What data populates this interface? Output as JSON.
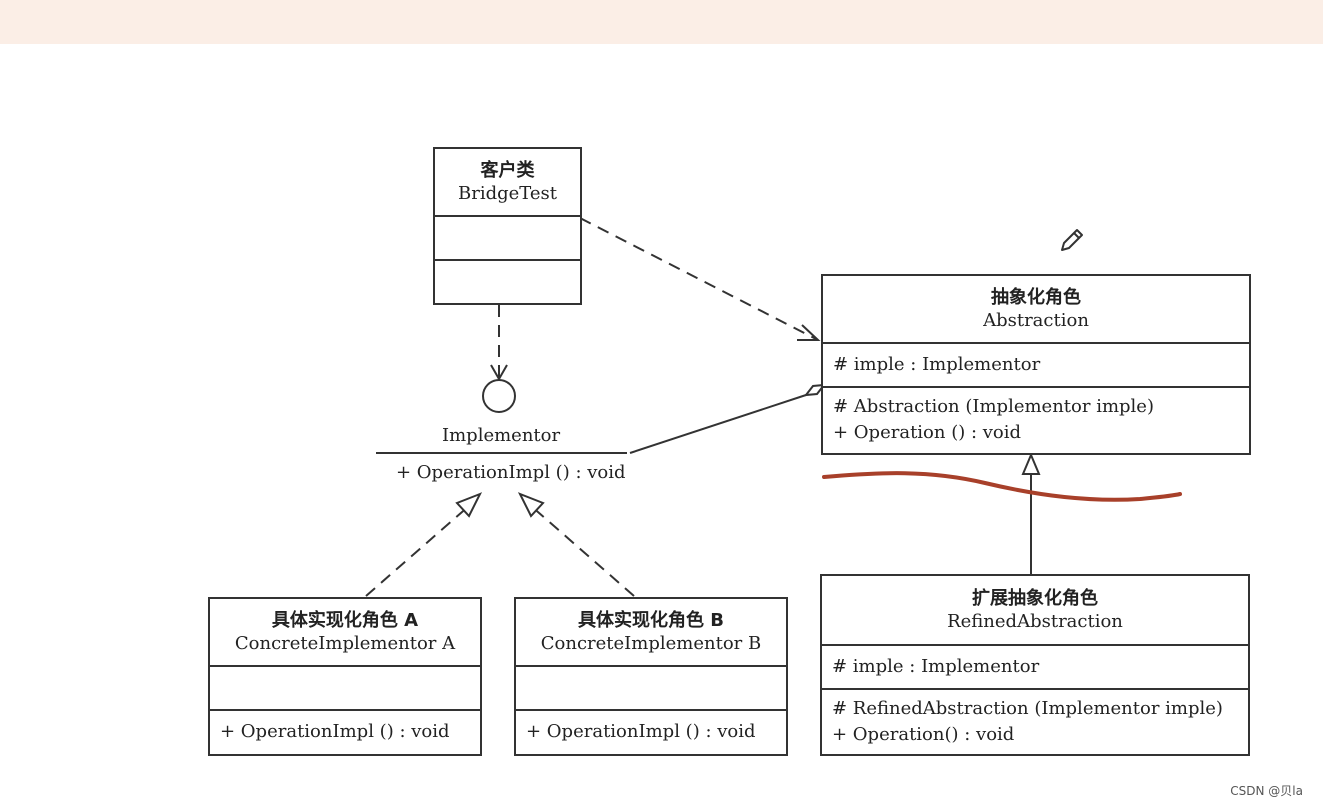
{
  "client": {
    "cn_name": "客户类",
    "en_name": "BridgeTest"
  },
  "implementor": {
    "name": "Implementor",
    "operation": "+ OperationImpl () : void"
  },
  "abstraction": {
    "cn_name": "抽象化角色",
    "en_name": "Abstraction",
    "attribute": "# imple : Implementor",
    "methods": [
      "# Abstraction (Implementor imple)",
      "+ Operation () : void"
    ]
  },
  "refined": {
    "cn_name": "扩展抽象化角色",
    "en_name": "RefinedAbstraction",
    "attribute": "# imple : Implementor",
    "methods": [
      "# RefinedAbstraction (Implementor imple)",
      "+ Operation() : void"
    ]
  },
  "concrete_a": {
    "cn_name": "具体实现化角色 A",
    "en_name": "ConcreteImplementor A",
    "operation": "+ OperationImpl () : void"
  },
  "concrete_b": {
    "cn_name": "具体实现化角色 B",
    "en_name": "ConcreteImplementor B",
    "operation": "+ OperationImpl () : void"
  },
  "watermark": "CSDN @贝la",
  "colors": {
    "top_bar": "#fbeee6",
    "annotation_stroke": "#a8402a",
    "line": "#333333"
  },
  "icons": [
    "pencil-icon"
  ]
}
